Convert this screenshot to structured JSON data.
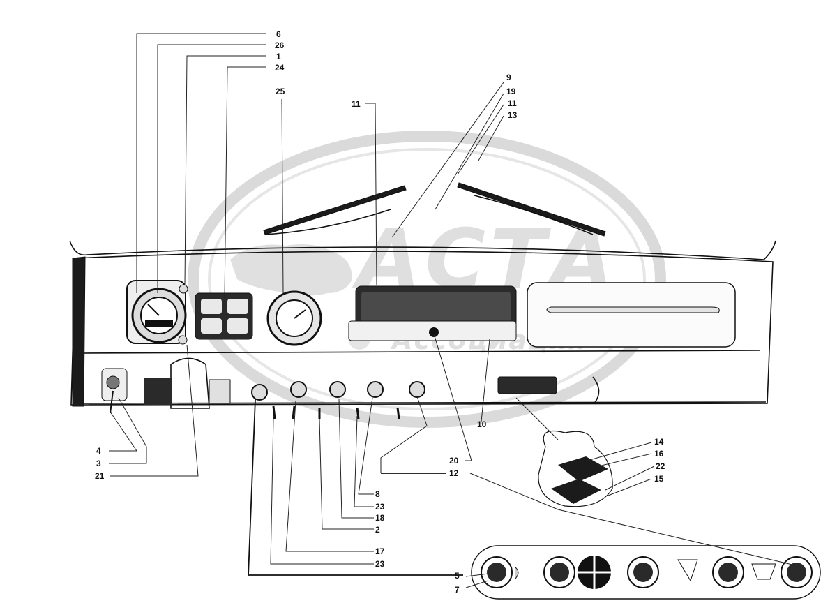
{
  "watermark": {
    "brand": "АСТА",
    "subtitle": "Ассоциация"
  },
  "callouts": [
    "6",
    "26",
    "1",
    "24",
    "25",
    "11",
    "9",
    "19",
    "11",
    "13",
    "4",
    "3",
    "21",
    "10",
    "14",
    "16",
    "22",
    "15",
    "20",
    "12",
    "8",
    "23",
    "18",
    "2",
    "17",
    "23",
    "5",
    "7"
  ]
}
